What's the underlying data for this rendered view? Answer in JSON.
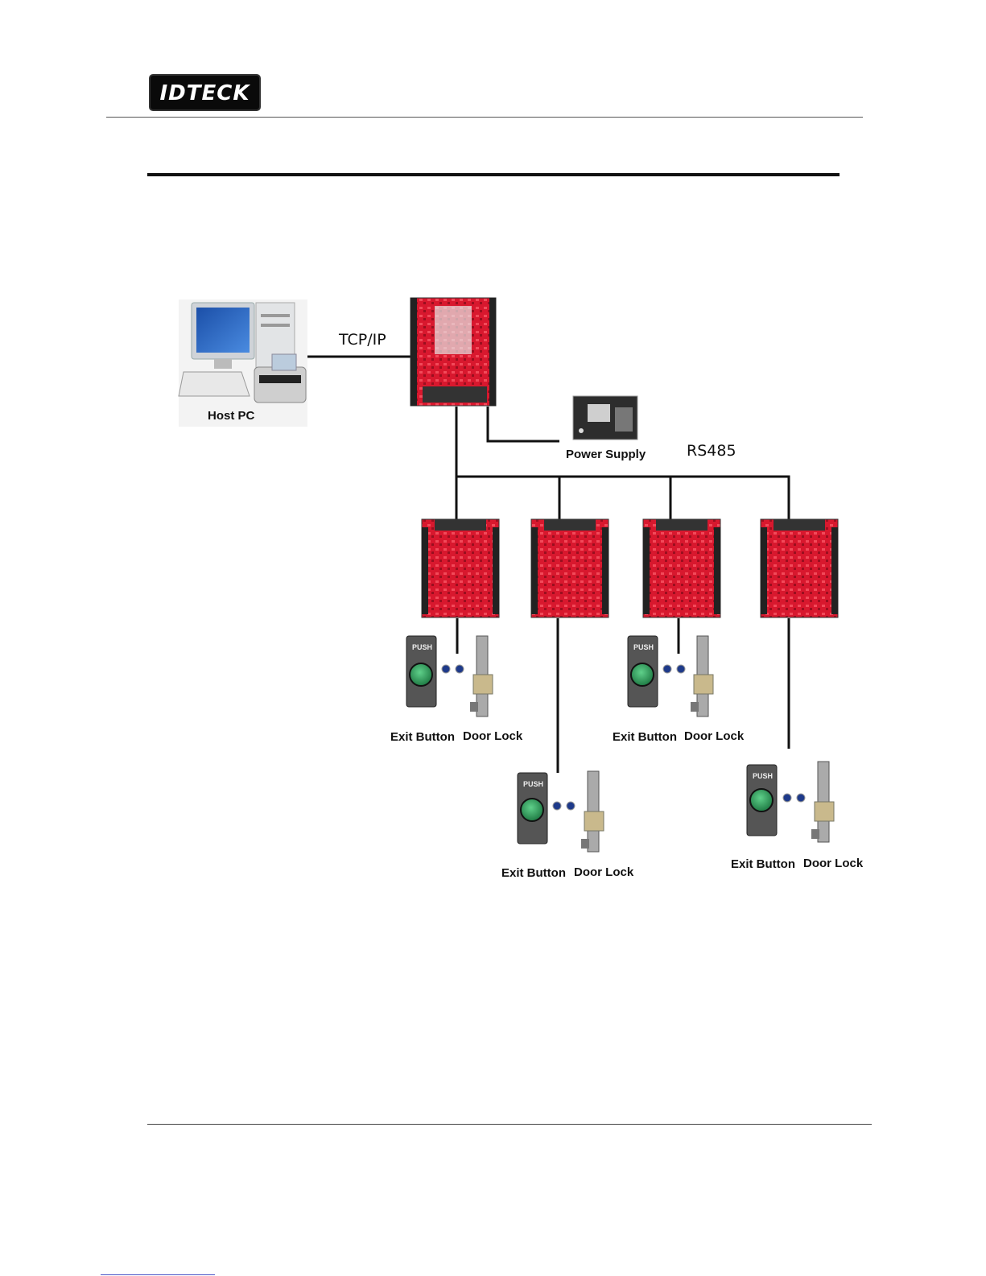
{
  "header": {
    "logo_text": "IDTECK"
  },
  "diagram": {
    "host_pc": "Host PC",
    "tcp_ip": "TCP/IP",
    "power_supply": "Power Supply",
    "rs485": "RS485",
    "door_groups": [
      {
        "exit_button": "Exit Button",
        "door_lock": "Door Lock",
        "push": "PUSH"
      },
      {
        "exit_button": "Exit Button",
        "door_lock": "Door Lock",
        "push": "PUSH"
      },
      {
        "exit_button": "Exit Button",
        "door_lock": "Door Lock",
        "push": "PUSH"
      },
      {
        "exit_button": "Exit Button",
        "door_lock": "Door Lock",
        "push": "PUSH"
      }
    ]
  }
}
